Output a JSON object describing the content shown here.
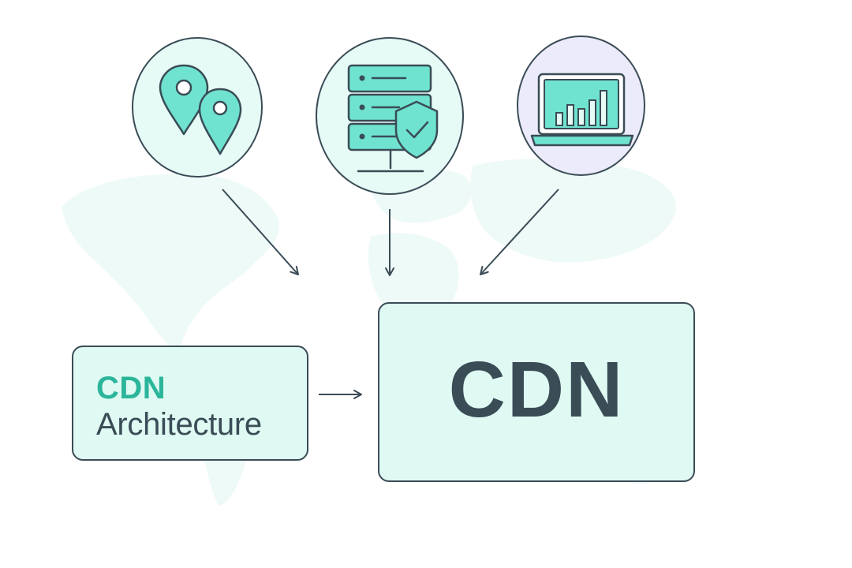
{
  "diagram": {
    "label_box": {
      "title": "CDN",
      "subtitle": "Architecture"
    },
    "main_box": {
      "text": "CDN"
    },
    "nodes": [
      {
        "id": "locations",
        "icon": "map-pin-icon"
      },
      {
        "id": "servers",
        "icon": "server-shield-icon"
      },
      {
        "id": "analytics",
        "icon": "laptop-chart-icon"
      }
    ]
  },
  "colors": {
    "teal_accent": "#2bb59a",
    "teal_fill": "#6fe3cf",
    "teal_light": "#e6fbf6",
    "lavender_light": "#ecebfb",
    "stroke_dark": "#3a4c56",
    "box_fill": "#dffaf3",
    "map_tint": "#eefaf7"
  }
}
